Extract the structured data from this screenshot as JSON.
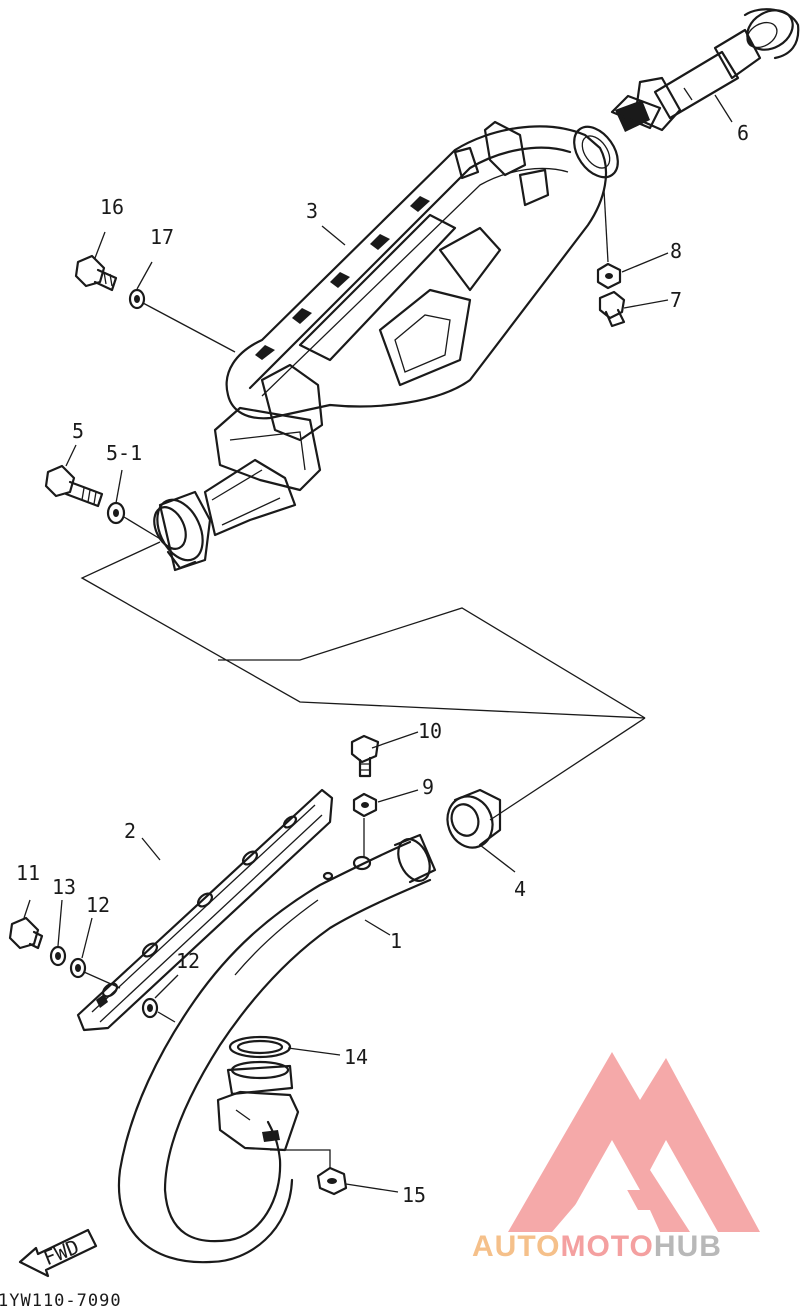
{
  "diagram": {
    "part_labels": [
      {
        "id": "1",
        "text": "1"
      },
      {
        "id": "2",
        "text": "2"
      },
      {
        "id": "3",
        "text": "3"
      },
      {
        "id": "4",
        "text": "4"
      },
      {
        "id": "5",
        "text": "5"
      },
      {
        "id": "5-1",
        "text": "5-1"
      },
      {
        "id": "6",
        "text": "6"
      },
      {
        "id": "7",
        "text": "7"
      },
      {
        "id": "8",
        "text": "8"
      },
      {
        "id": "9",
        "text": "9"
      },
      {
        "id": "10",
        "text": "10"
      },
      {
        "id": "11",
        "text": "11"
      },
      {
        "id": "12a",
        "text": "12"
      },
      {
        "id": "12b",
        "text": "12"
      },
      {
        "id": "13",
        "text": "13"
      },
      {
        "id": "14",
        "text": "14"
      },
      {
        "id": "15",
        "text": "15"
      },
      {
        "id": "16",
        "text": "16"
      },
      {
        "id": "17",
        "text": "17"
      }
    ],
    "fwd_label": "FWD",
    "drawing_code": "1YW110-7090"
  },
  "watermark": {
    "brand_parts": [
      "AUTO",
      "MOTO",
      "HUB"
    ],
    "colors": {
      "logo": "#f4a0a0",
      "auto": "#f5c08a",
      "moto": "#f4a0a0",
      "hub": "#b8b8b8"
    }
  }
}
